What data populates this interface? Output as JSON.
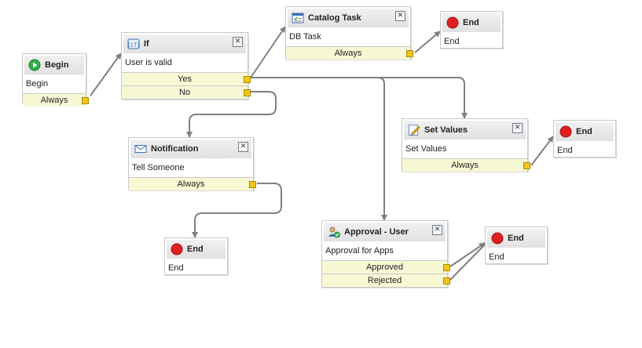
{
  "nodes": {
    "begin": {
      "title": "Begin",
      "desc": "Begin",
      "icon": "play-icon"
    },
    "if": {
      "title": "If",
      "desc": "User is valid",
      "icon": "if-script-icon"
    },
    "catalog_task": {
      "title": "Catalog Task",
      "desc": "DB Task",
      "icon": "catalog-task-icon"
    },
    "end1": {
      "title": "End",
      "desc": "End",
      "icon": "stop-icon"
    },
    "notification": {
      "title": "Notification",
      "desc": "Tell Someone",
      "icon": "envelope-icon"
    },
    "set_values": {
      "title": "Set Values",
      "desc": "Set Values",
      "icon": "pencil-icon"
    },
    "end2": {
      "title": "End",
      "desc": "End",
      "icon": "stop-icon"
    },
    "end3": {
      "title": "End",
      "desc": "End",
      "icon": "stop-icon"
    },
    "approval": {
      "title": "Approval - User",
      "desc": "Approval for Apps",
      "icon": "user-approval-icon"
    },
    "end4": {
      "title": "End",
      "desc": "End",
      "icon": "stop-icon"
    }
  },
  "ports": {
    "begin_always": "Always",
    "if_yes": "Yes",
    "if_no": "No",
    "catalog_always": "Always",
    "notification_always": "Always",
    "set_values_always": "Always",
    "approval_approved": "Approved",
    "approval_rejected": "Rejected"
  },
  "close_glyph": "✕",
  "colors": {
    "port_fill": "#f8f8d5",
    "connector_dot": "#f6c51c",
    "wire": "#808080",
    "header": "#e6e6e6",
    "end_stop": "#e02020",
    "begin_play": "#2fb04a"
  }
}
